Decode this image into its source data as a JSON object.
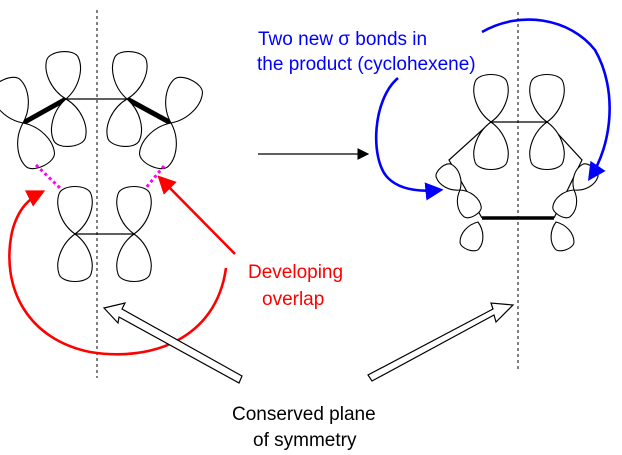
{
  "labels": {
    "top_right_line1": "Two new σ bonds in",
    "top_right_line2": "the product (cyclohexene)",
    "developing_line1": "Developing",
    "developing_line2": "overlap",
    "conserved_line1": "Conserved plane",
    "conserved_line2": "of symmetry"
  },
  "colors": {
    "blue_arrow": "#0000ff",
    "red_arrow": "#ff0000",
    "overlap_dots": "#ff00ff",
    "lines": "#000000"
  }
}
